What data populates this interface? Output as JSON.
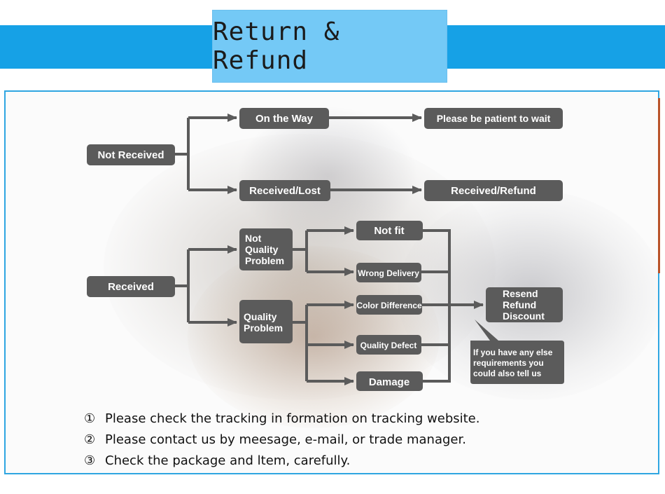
{
  "title": "Return & Refund",
  "flow": {
    "not_received": "Not Received",
    "on_the_way": "On the Way",
    "be_patient": "Please be patient to wait",
    "received_lost": "Received/Lost",
    "received_refund": "Received/Refund",
    "received": "Received",
    "not_quality_problem": [
      "Not",
      "Quality",
      "Problem"
    ],
    "quality_problem": [
      "Quality",
      "Problem"
    ],
    "not_fit": "Not fit",
    "wrong_delivery": "Wrong Delivery",
    "color_difference": "Color Difference",
    "quality_defect": "Quality Defect",
    "damage": "Damage",
    "resend_options": [
      "Resend",
      "Refund",
      "Discount"
    ],
    "else_requirements": [
      "If you have any else",
      "requirements you",
      "could also tell us"
    ]
  },
  "notes": [
    {
      "num": "①",
      "text": "Please check the tracking in formation on tracking website."
    },
    {
      "num": "②",
      "text": "Please contact us by meesage, e-mail, or trade manager."
    },
    {
      "num": "③",
      "text": "Check the package and ltem, carefully."
    }
  ],
  "colors": {
    "banner": "#16a1e6",
    "banner_box": "#74c9f6",
    "node_fill": "#5b5b5b",
    "frame_border": "#2fa6e1"
  }
}
